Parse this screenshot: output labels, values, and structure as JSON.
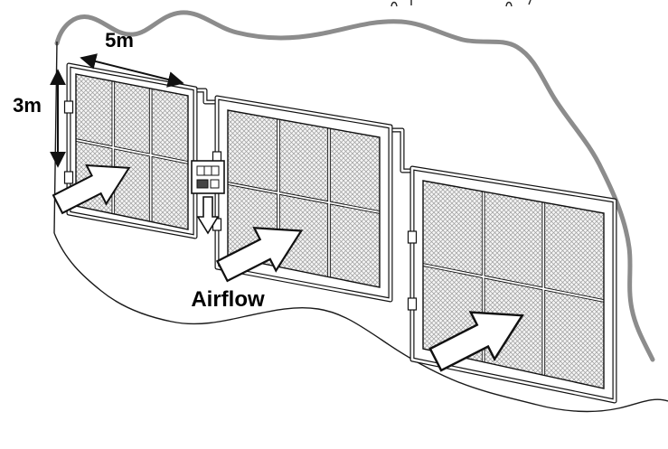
{
  "diagram": {
    "labels": {
      "panel_width": "5m",
      "panel_height": "3m",
      "airflow": "Airflow"
    },
    "colors": {
      "boundary": "#8c8c8c",
      "outline": "#1a1a1a",
      "mesh": "#9b9b9b",
      "panel_fill": "#f5f5f5",
      "arrow_fill": "#ffffff"
    },
    "structure": {
      "panel_count": 3,
      "grid_columns": 3,
      "grid_rows": 2
    }
  }
}
